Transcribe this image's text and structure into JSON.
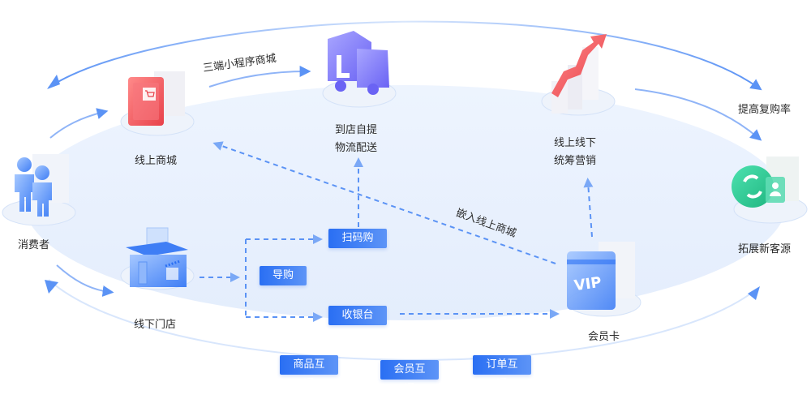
{
  "nodes": {
    "consumer": "消费者",
    "online_mall": "线上商城",
    "offline_store": "线下门店",
    "delivery_line1": "到店自提",
    "delivery_line2": "物流配送",
    "marketing_line1": "线上线下",
    "marketing_line2": "统筹营销",
    "new_customers": "拓展新客源",
    "member_card": "会员卡"
  },
  "flow_labels": {
    "mini_program": "三端小程序商城",
    "repurchase": "提高复购率",
    "embed_online": "嵌入线上商城"
  },
  "tags": {
    "scan_buy": "扫码购",
    "guide": "导购",
    "cashier": "收银台",
    "goods_sync": "商品互通",
    "member_sync": "会员互通",
    "order_sync": "订单互通"
  },
  "icons": {
    "consumer": "people-icon",
    "online_mall": "shopping-cart-icon",
    "delivery": "truck-icon",
    "marketing": "growth-chart-icon",
    "new_customers": "refresh-user-icon",
    "offline_store": "shop-icon",
    "member_card": "vip-card-icon"
  },
  "vip_text": "VIP",
  "colors": {
    "accent": "#2a6ff3",
    "arrow": "#5b93f5",
    "dashed": "#5b93f5",
    "ellipse_fill": "#e8f1fd"
  }
}
